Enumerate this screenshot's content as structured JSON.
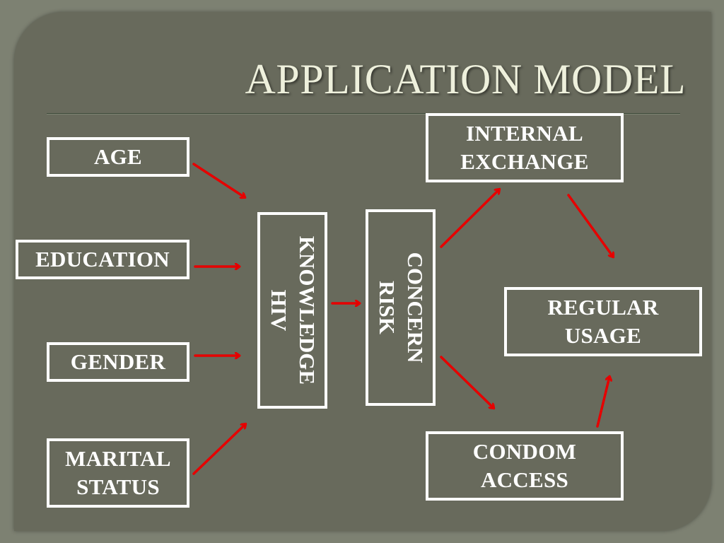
{
  "title": "APPLICATION MODEL",
  "colors": {
    "background": "#686a5c",
    "box_border": "#ffffff",
    "arrow": "#e60000",
    "title": "#eef0dc"
  },
  "nodes": {
    "age": [
      "AGE"
    ],
    "education": [
      "EDUCATION"
    ],
    "gender": [
      "GENDER"
    ],
    "marital_status": [
      "MARITAL",
      "STATUS"
    ],
    "hiv_knowledge": [
      "HIV",
      "KNOWLEDGE"
    ],
    "risk_concern": [
      "RISK",
      "CONCERN"
    ],
    "internal_exchange": [
      "INTERNAL",
      "EXCHANGE"
    ],
    "regular_usage": [
      "REGULAR",
      "USAGE"
    ],
    "condom_access": [
      "CONDOM",
      "ACCESS"
    ]
  },
  "edges": [
    {
      "from": "age",
      "to": "hiv_knowledge"
    },
    {
      "from": "education",
      "to": "hiv_knowledge"
    },
    {
      "from": "gender",
      "to": "hiv_knowledge"
    },
    {
      "from": "marital_status",
      "to": "hiv_knowledge"
    },
    {
      "from": "hiv_knowledge",
      "to": "risk_concern"
    },
    {
      "from": "risk_concern",
      "to": "internal_exchange"
    },
    {
      "from": "risk_concern",
      "to": "condom_access"
    },
    {
      "from": "internal_exchange",
      "to": "regular_usage"
    },
    {
      "from": "condom_access",
      "to": "regular_usage"
    }
  ]
}
